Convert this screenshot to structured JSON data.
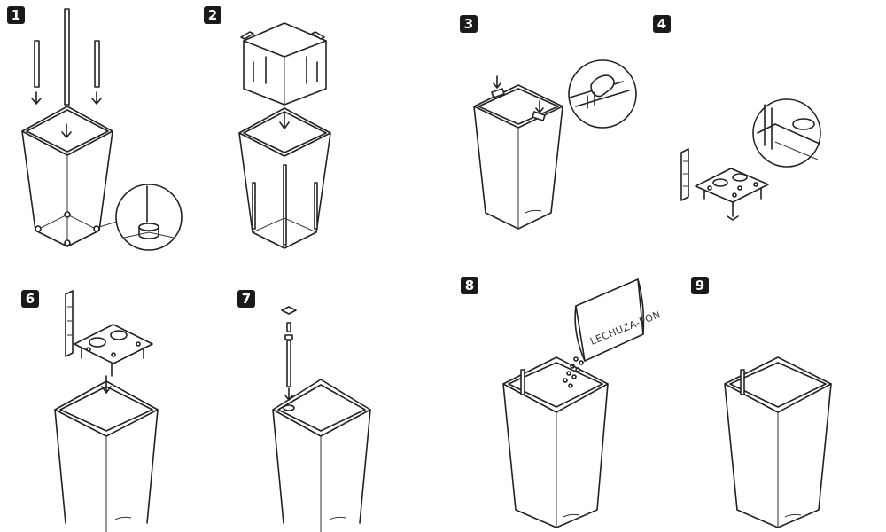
{
  "steps": [
    {
      "number": "1"
    },
    {
      "number": "2"
    },
    {
      "number": "3"
    },
    {
      "number": "4"
    },
    {
      "number": "6"
    },
    {
      "number": "7"
    },
    {
      "number": "8",
      "bag_label": "LECHUZA-PON"
    },
    {
      "number": "9"
    }
  ]
}
